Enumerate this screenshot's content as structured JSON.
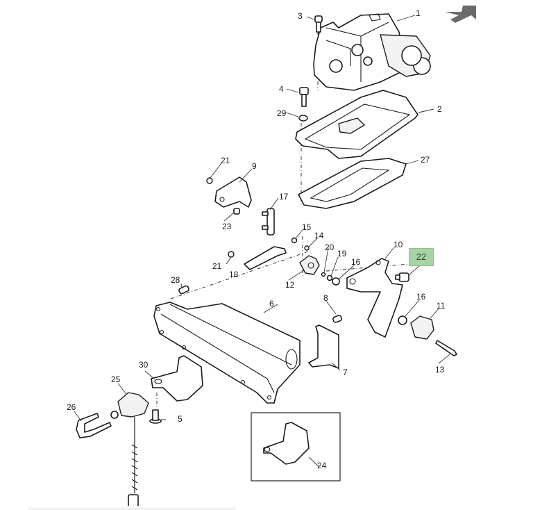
{
  "diagram": {
    "type": "exploded-parts-diagram",
    "highlighted_callout": "22",
    "highlight_color": "#a8d3a4",
    "callouts": [
      {
        "id": "1",
        "label": "1"
      },
      {
        "id": "2",
        "label": "2"
      },
      {
        "id": "3",
        "label": "3"
      },
      {
        "id": "4",
        "label": "4"
      },
      {
        "id": "5",
        "label": "5"
      },
      {
        "id": "6",
        "label": "6"
      },
      {
        "id": "7",
        "label": "7"
      },
      {
        "id": "8",
        "label": "8"
      },
      {
        "id": "9",
        "label": "9"
      },
      {
        "id": "10",
        "label": "10"
      },
      {
        "id": "11",
        "label": "11"
      },
      {
        "id": "12",
        "label": "12"
      },
      {
        "id": "13",
        "label": "13"
      },
      {
        "id": "14",
        "label": "14"
      },
      {
        "id": "15",
        "label": "15"
      },
      {
        "id": "16a",
        "label": "16"
      },
      {
        "id": "16b",
        "label": "16"
      },
      {
        "id": "17",
        "label": "17"
      },
      {
        "id": "18",
        "label": "18"
      },
      {
        "id": "19",
        "label": "19"
      },
      {
        "id": "20",
        "label": "20"
      },
      {
        "id": "21a",
        "label": "21"
      },
      {
        "id": "21b",
        "label": "21"
      },
      {
        "id": "22",
        "label": "22"
      },
      {
        "id": "23",
        "label": "23"
      },
      {
        "id": "24",
        "label": "24"
      },
      {
        "id": "25",
        "label": "25"
      },
      {
        "id": "26",
        "label": "26"
      },
      {
        "id": "27",
        "label": "27"
      },
      {
        "id": "28",
        "label": "28"
      },
      {
        "id": "29",
        "label": "29"
      },
      {
        "id": "30",
        "label": "30"
      }
    ]
  },
  "nav": {
    "arrow_icon": "arrow-up-right-icon",
    "arrow_color": "#6b6b6b"
  }
}
